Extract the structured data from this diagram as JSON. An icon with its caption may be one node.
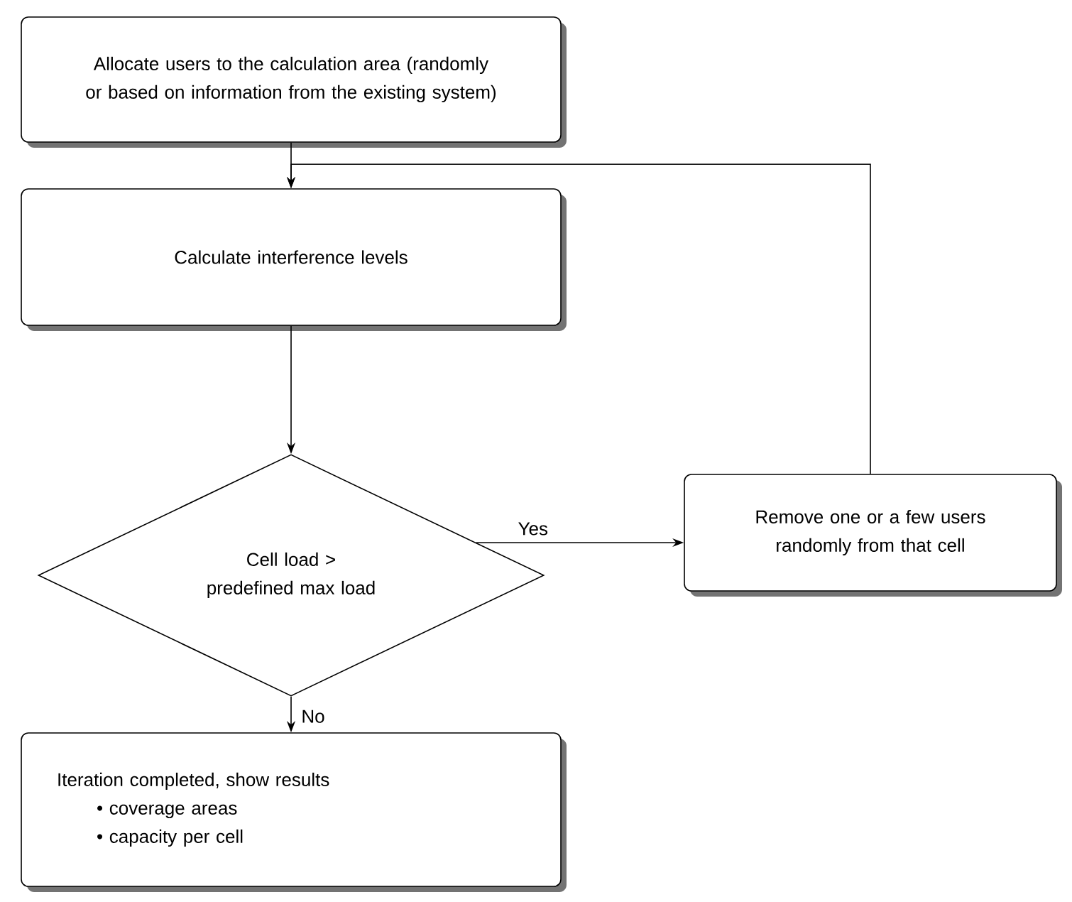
{
  "diagram": {
    "nodes": [
      {
        "text": [
          "Allocate users to the calculation area (randomly or based on information from the existing system)"
        ]
      },
      {
        "text": [
          "Calculate interference levels"
        ]
      },
      {
        "text": [
          "Cell load > predefined max load"
        ]
      },
      {
        "text": [
          "Remove one or a few users randomly from that cell"
        ]
      },
      {
        "text": [
          "Iteration completed, show results",
          "• coverage areas",
          "• capacity per cell"
        ]
      }
    ],
    "edges": [
      {
        "from": 0,
        "to": 1,
        "arrow": "to"
      },
      {
        "from": 3,
        "to": 1,
        "arrow": "to"
      },
      {
        "from": 1,
        "to": 2,
        "arrow": "to"
      },
      {
        "from": 2,
        "to": 3,
        "arrow": "to",
        "label": "Yes"
      },
      {
        "from": 2,
        "to": 4,
        "arrow": "to",
        "label": "No"
      }
    ]
  }
}
